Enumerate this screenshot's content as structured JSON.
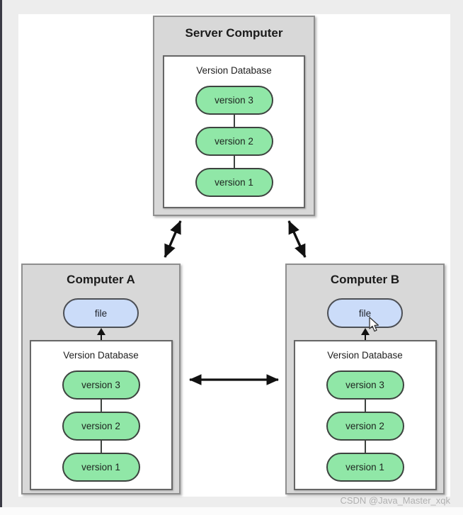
{
  "colors": {
    "canvas_background": "#ededed",
    "stage_background": "#ffffff",
    "machine_fill": "#d8d8d8",
    "version_pill_fill": "#90e7a7",
    "file_pill_fill": "#cbdcf9",
    "pill_border": "#3d433f",
    "arrow_color": "#111111",
    "watermark_color": "#b0b0b0"
  },
  "machines": {
    "server": {
      "title": "Server Computer",
      "database": {
        "label": "Version Database",
        "versions": [
          "version 3",
          "version 2",
          "version 1"
        ]
      }
    },
    "computer_a": {
      "title": "Computer A",
      "file_label": "file",
      "database": {
        "label": "Version Database",
        "versions": [
          "version 3",
          "version 2",
          "version 1"
        ]
      }
    },
    "computer_b": {
      "title": "Computer B",
      "file_label": "file",
      "database": {
        "label": "Version Database",
        "versions": [
          "version 3",
          "version 2",
          "version 1"
        ]
      }
    }
  },
  "connections": [
    {
      "from": "Server Computer",
      "to": "Computer A",
      "type": "bidirectional-arrow"
    },
    {
      "from": "Server Computer",
      "to": "Computer B",
      "type": "bidirectional-arrow"
    },
    {
      "from": "Computer A",
      "to": "Computer B",
      "type": "bidirectional-arrow"
    },
    {
      "from": "Computer A database",
      "to": "Computer A file",
      "type": "up-arrow"
    },
    {
      "from": "Computer B database",
      "to": "Computer B file",
      "type": "up-arrow"
    }
  ],
  "watermark": "CSDN @Java_Master_xqk"
}
